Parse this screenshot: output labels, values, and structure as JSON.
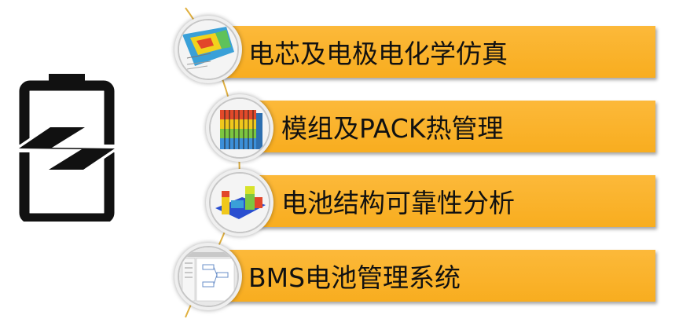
{
  "items": [
    {
      "label": "电芯及电极电化学仿真",
      "thumbnail": "electrode-contour-thumbnail"
    },
    {
      "label": "模组及PACK热管理",
      "thumbnail": "module-thermal-thumbnail"
    },
    {
      "label": "电池结构可靠性分析",
      "thumbnail": "structural-analysis-thumbnail"
    },
    {
      "label": "BMS电池管理系统",
      "thumbnail": "bms-software-thumbnail"
    }
  ],
  "colors": {
    "bar": "#f8ad1f",
    "spine": "#e0b040",
    "icon": "#111111"
  },
  "icon": "battery-charging-icon"
}
